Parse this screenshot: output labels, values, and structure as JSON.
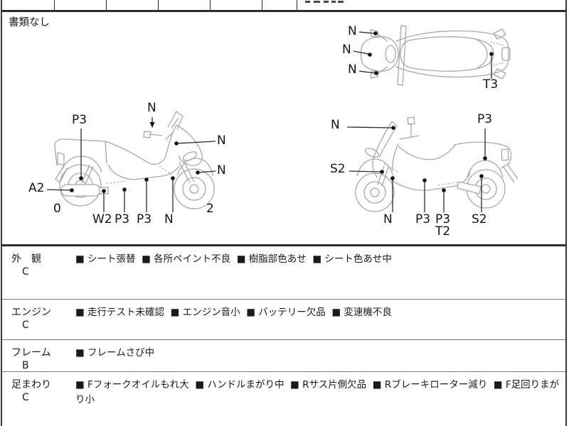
{
  "doc_note": "書類なし",
  "colors": {
    "sketch_line": "#a8a8a8",
    "marker_line": "#2b2b2b",
    "border": "#2b2b2b",
    "text": "#1a1a1a"
  },
  "diagrams": {
    "left_view": {
      "markers": [
        {
          "code": "P3"
        },
        {
          "code": "N"
        },
        {
          "code": "N"
        },
        {
          "code": "N"
        },
        {
          "code": "A2"
        },
        {
          "code": "0"
        },
        {
          "code": "W2"
        },
        {
          "code": "P3"
        },
        {
          "code": "P3"
        },
        {
          "code": "N"
        },
        {
          "code": "2"
        }
      ]
    },
    "right_view": {
      "markers": [
        {
          "code": "N"
        },
        {
          "code": "P3"
        },
        {
          "code": "S2"
        },
        {
          "code": "N"
        },
        {
          "code": "P3"
        },
        {
          "code": "P3"
        },
        {
          "code": "T2"
        },
        {
          "code": "S2"
        }
      ]
    },
    "top_view": {
      "markers": [
        {
          "code": "N"
        },
        {
          "code": "N"
        },
        {
          "code": "N"
        },
        {
          "code": "T3"
        }
      ]
    }
  },
  "inspection": {
    "bullet": "■",
    "rows": [
      {
        "section": "外　観",
        "grade": "C",
        "items": [
          "シート張替",
          "各所ペイント不良",
          "樹脂部色あせ",
          "シート色あせ中"
        ]
      },
      {
        "section": "エンジン",
        "grade": "C",
        "items": [
          "走行テスト未確認",
          "エンジン音小",
          "バッテリー欠品",
          "変速機不良"
        ]
      },
      {
        "section": "フレーム",
        "grade": "B",
        "items": [
          "フレームさび中"
        ]
      },
      {
        "section": "足まわり",
        "grade": "C",
        "items": [
          "Fフォークオイルもれ大",
          "ハンドルまがり中",
          "Rサス片側欠品",
          "Rブレーキローター減り",
          "F足回りまがり小"
        ]
      }
    ]
  }
}
